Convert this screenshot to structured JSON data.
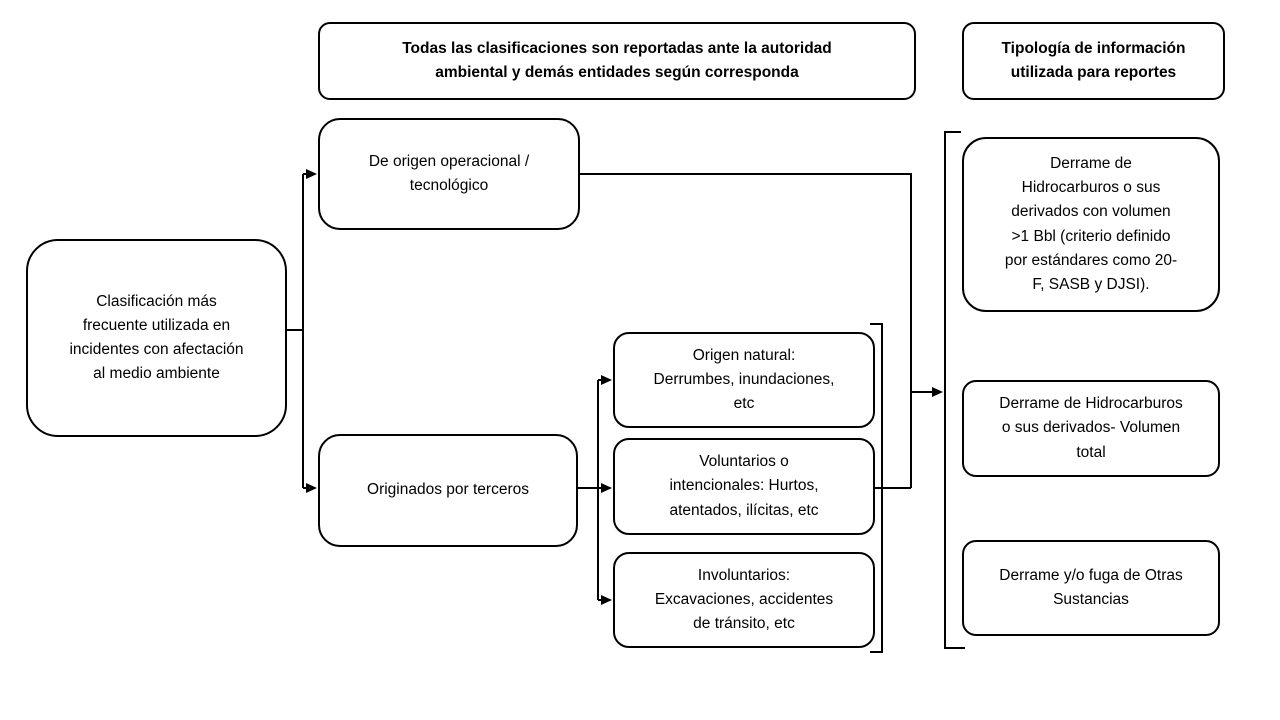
{
  "diagram": {
    "colors": {
      "line": "#000000",
      "border": "#000000",
      "background": "#ffffff",
      "text": "#000000"
    },
    "headers": {
      "reporting_note": "Todas las clasificaciones son reportadas ante la autoridad\nambiental y demás entidades según corresponda",
      "typology": "Tipología de información\nutilizada para reportes"
    },
    "root": {
      "label": "Clasificación más\nfrecuente utilizada en\nincidentes con afectación\nal medio ambiente"
    },
    "classification": [
      {
        "label": "De origen operacional /\ntecnológico"
      },
      {
        "label": "Originados por terceros"
      }
    ],
    "third_party_subtypes": [
      {
        "label": "Origen natural:\nDerrumbes, inundaciones,\netc"
      },
      {
        "label": "Voluntarios o\nintencionales: Hurtos,\natentados, ilícitas, etc"
      },
      {
        "label": "Involuntarios:\nExcavaciones, accidentes\nde tránsito, etc"
      }
    ],
    "report_types": [
      {
        "label": "Derrame de\nHidrocarburos o sus\nderivados con volumen\n>1 Bbl (criterio definido\npor estándares como 20-\nF, SASB y DJSI)."
      },
      {
        "label": "Derrame de Hidrocarburos\no sus derivados- Volumen\ntotal"
      },
      {
        "label": "Derrame y/o fuga de Otras\nSustancias"
      }
    ]
  }
}
